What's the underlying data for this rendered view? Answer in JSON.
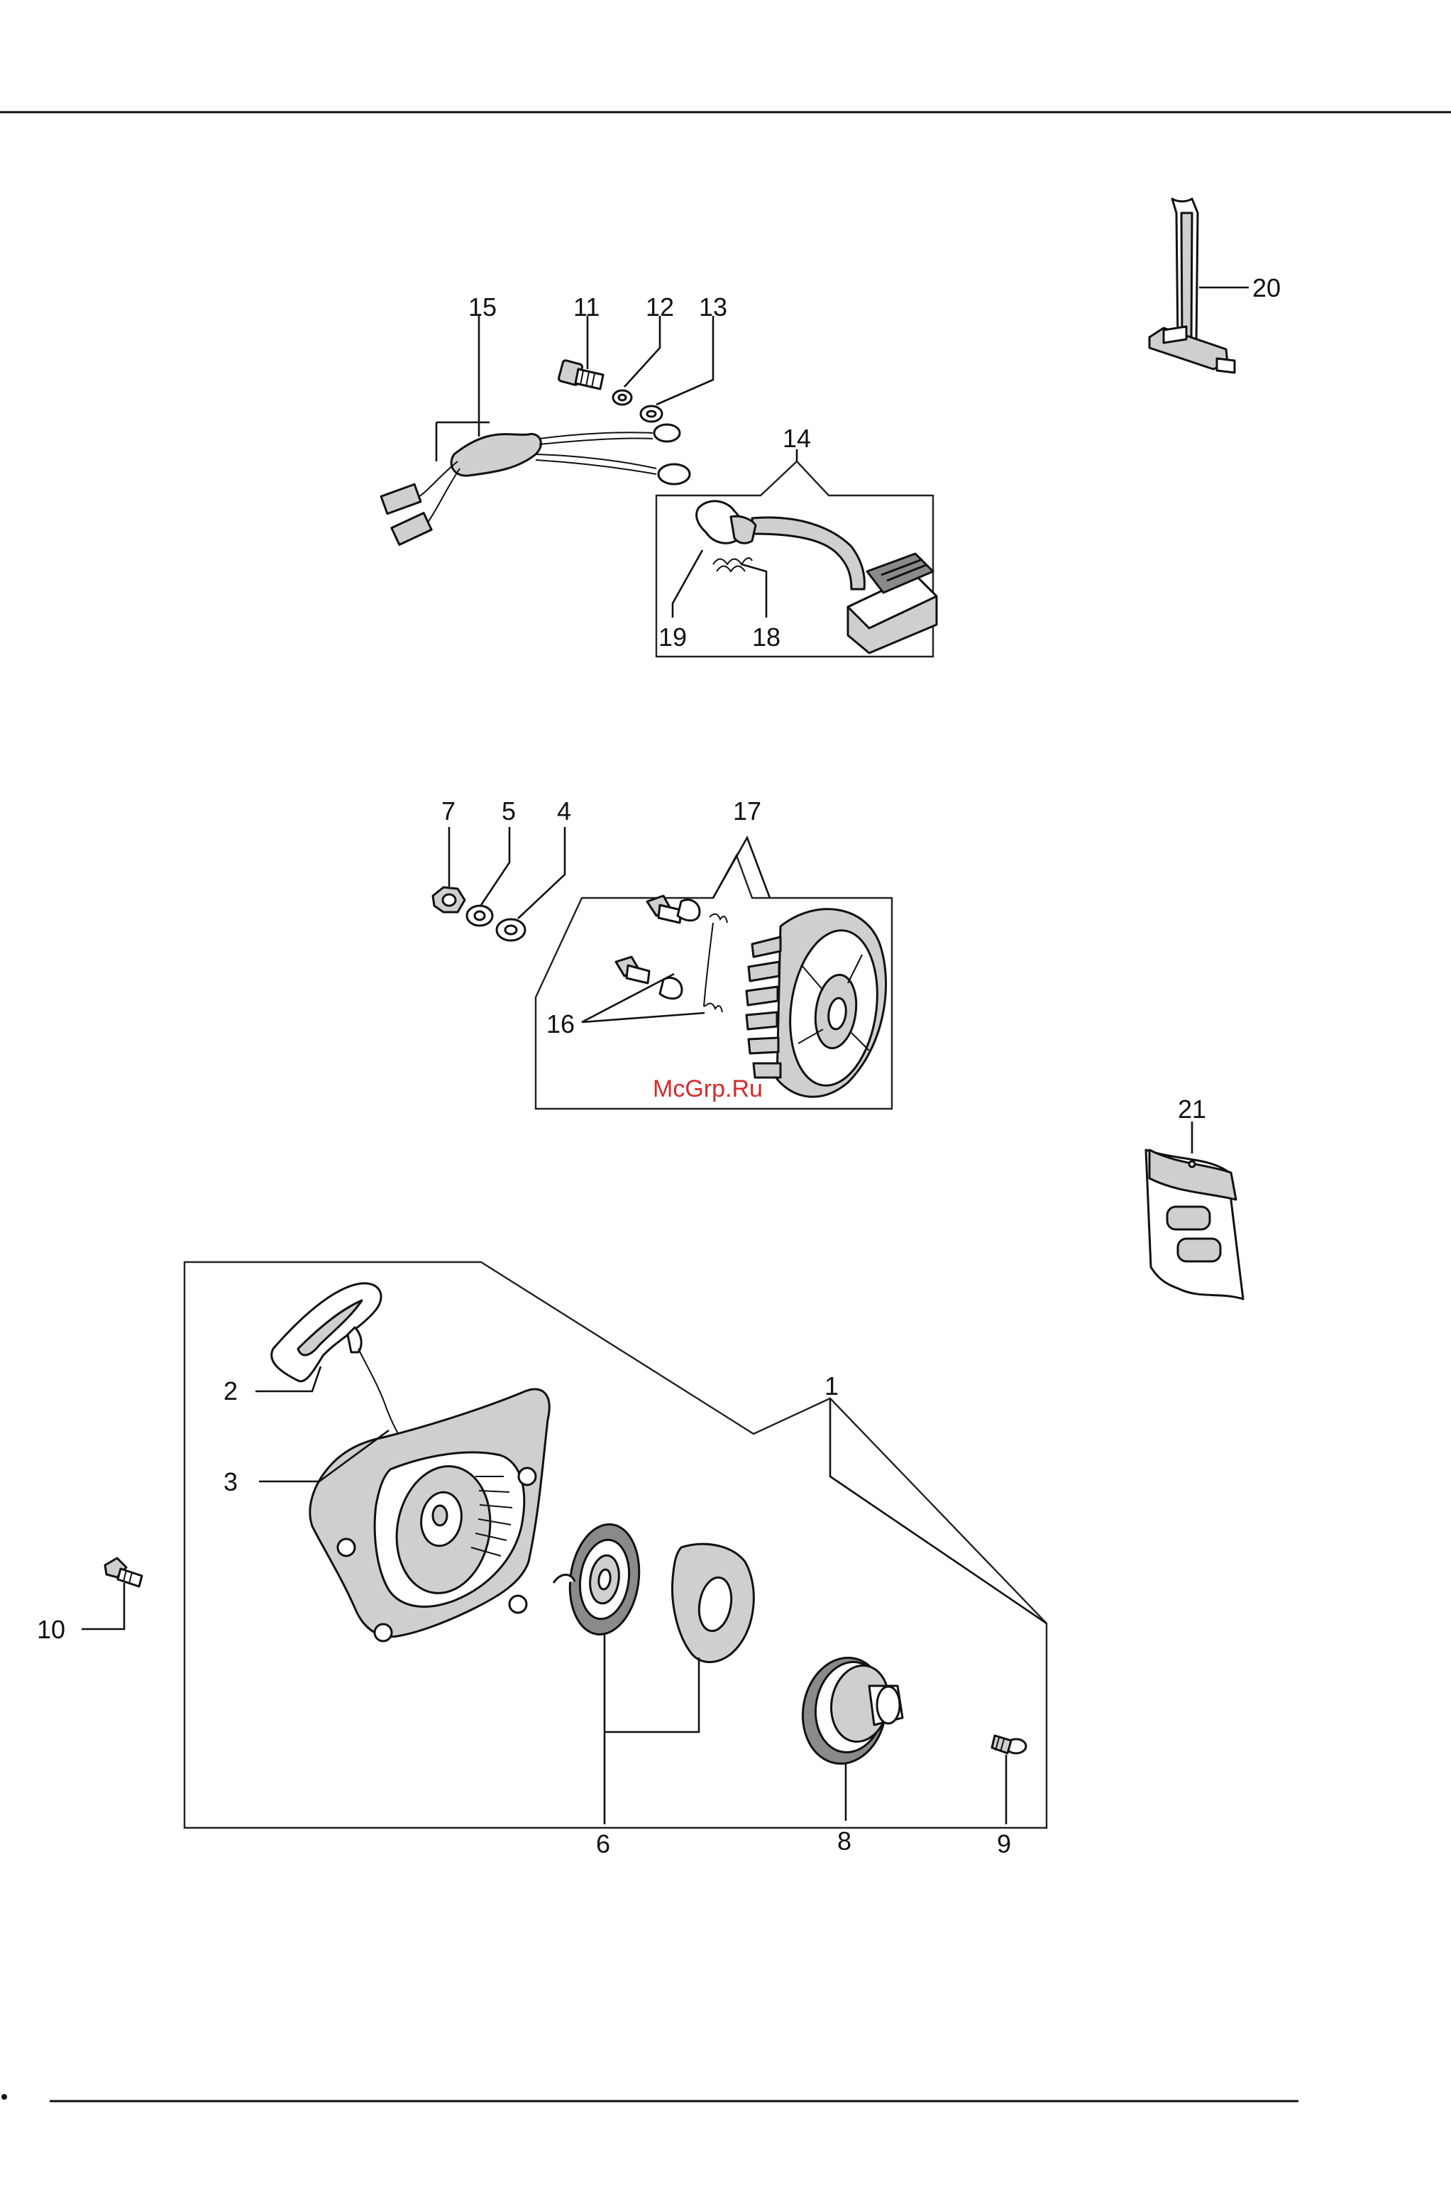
{
  "title": "",
  "watermark": {
    "text": "McGrp.Ru",
    "color": "#d42a2a"
  },
  "colors": {
    "ink": "#111111",
    "paper": "#ffffff"
  },
  "labels": {
    "l1": "1",
    "l2": "2",
    "l3": "3",
    "l4": "4",
    "l5": "5",
    "l6": "6",
    "l7": "7",
    "l8": "8",
    "l9": "9",
    "l10": "10",
    "l11": "11",
    "l12": "12",
    "l13": "13",
    "l14": "14",
    "l15": "15",
    "l16": "16",
    "l17": "17",
    "l18": "18",
    "l19": "19",
    "l20": "20",
    "l21": "21"
  },
  "parts": [
    {
      "id": "1",
      "icon": "starter-assembly-icon"
    },
    {
      "id": "2",
      "icon": "starter-handle-icon"
    },
    {
      "id": "3",
      "icon": "starter-rope-icon"
    },
    {
      "id": "4",
      "icon": "washer-icon"
    },
    {
      "id": "5",
      "icon": "spring-washer-icon"
    },
    {
      "id": "6",
      "icon": "recoil-spring-icon"
    },
    {
      "id": "7",
      "icon": "nut-icon"
    },
    {
      "id": "8",
      "icon": "rope-pulley-icon"
    },
    {
      "id": "9",
      "icon": "screw-icon"
    },
    {
      "id": "10",
      "icon": "screw-icon"
    },
    {
      "id": "11",
      "icon": "bolt-icon"
    },
    {
      "id": "12",
      "icon": "washer-icon"
    },
    {
      "id": "13",
      "icon": "washer-icon"
    },
    {
      "id": "14",
      "icon": "ignition-coil-icon"
    },
    {
      "id": "15",
      "icon": "wire-harness-icon"
    },
    {
      "id": "16",
      "icon": "pawl-spring-icon"
    },
    {
      "id": "17",
      "icon": "flywheel-icon"
    },
    {
      "id": "18",
      "icon": "spring-icon"
    },
    {
      "id": "19",
      "icon": "spark-plug-cap-icon"
    },
    {
      "id": "20",
      "icon": "spark-plug-wrench-icon"
    },
    {
      "id": "21",
      "icon": "gasket-icon"
    }
  ]
}
